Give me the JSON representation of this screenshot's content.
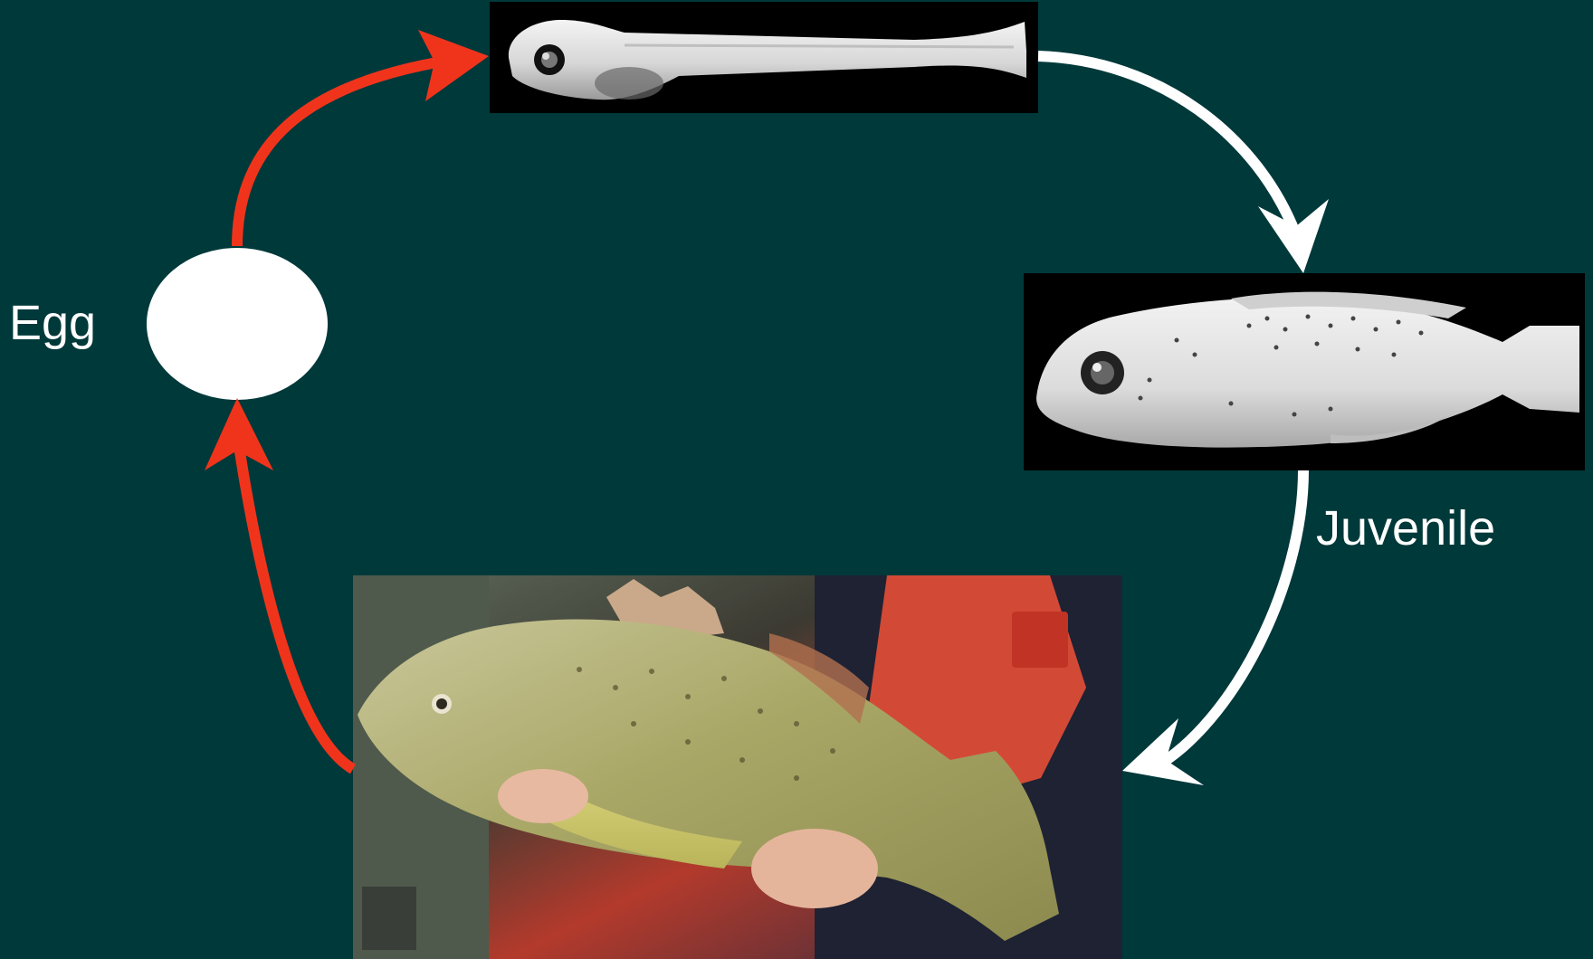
{
  "colors": {
    "background": "#00393A",
    "text": "#FFFFFF",
    "arrow_red": "#F0341C",
    "arrow_white": "#FFFFFF",
    "egg_fill": "#FFFFFF",
    "photo_background": "#000000"
  },
  "stages": {
    "egg": {
      "label": "Egg",
      "icon": "egg-shape"
    },
    "larva": {
      "icon": "larval-fish-photo"
    },
    "juvenile": {
      "label": "Juvenile",
      "icon": "juvenile-fish-photo"
    },
    "adult": {
      "icon": "adult-golden-perch-photo"
    }
  },
  "arrows": [
    {
      "from": "egg",
      "to": "larva",
      "color": "arrow_red"
    },
    {
      "from": "larva",
      "to": "juvenile",
      "color": "arrow_white"
    },
    {
      "from": "juvenile",
      "to": "adult",
      "color": "arrow_white"
    },
    {
      "from": "adult",
      "to": "egg",
      "color": "arrow_red"
    }
  ]
}
